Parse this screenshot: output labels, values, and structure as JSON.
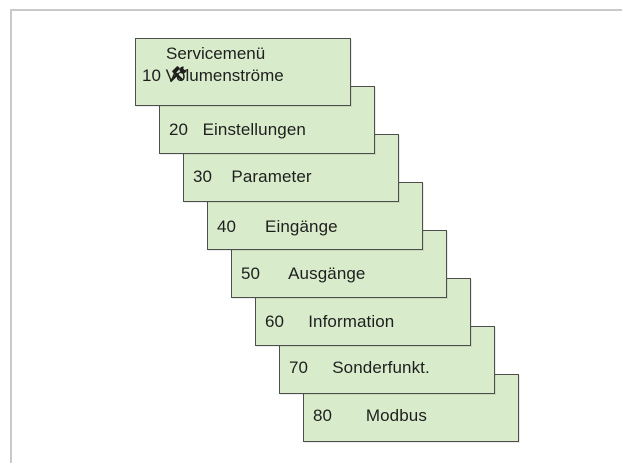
{
  "menu": {
    "header": {
      "title": "Servicemenü",
      "icon": "tools-icon",
      "first_item": "10 Volumenströme"
    },
    "items": [
      {
        "label": "20   Einstellungen"
      },
      {
        "label": "30    Parameter"
      },
      {
        "label": "40      Eingänge"
      },
      {
        "label": "50      Ausgänge"
      },
      {
        "label": "60     Information"
      },
      {
        "label": "70     Sonderfunkt."
      },
      {
        "label": "80       Modbus"
      }
    ]
  }
}
